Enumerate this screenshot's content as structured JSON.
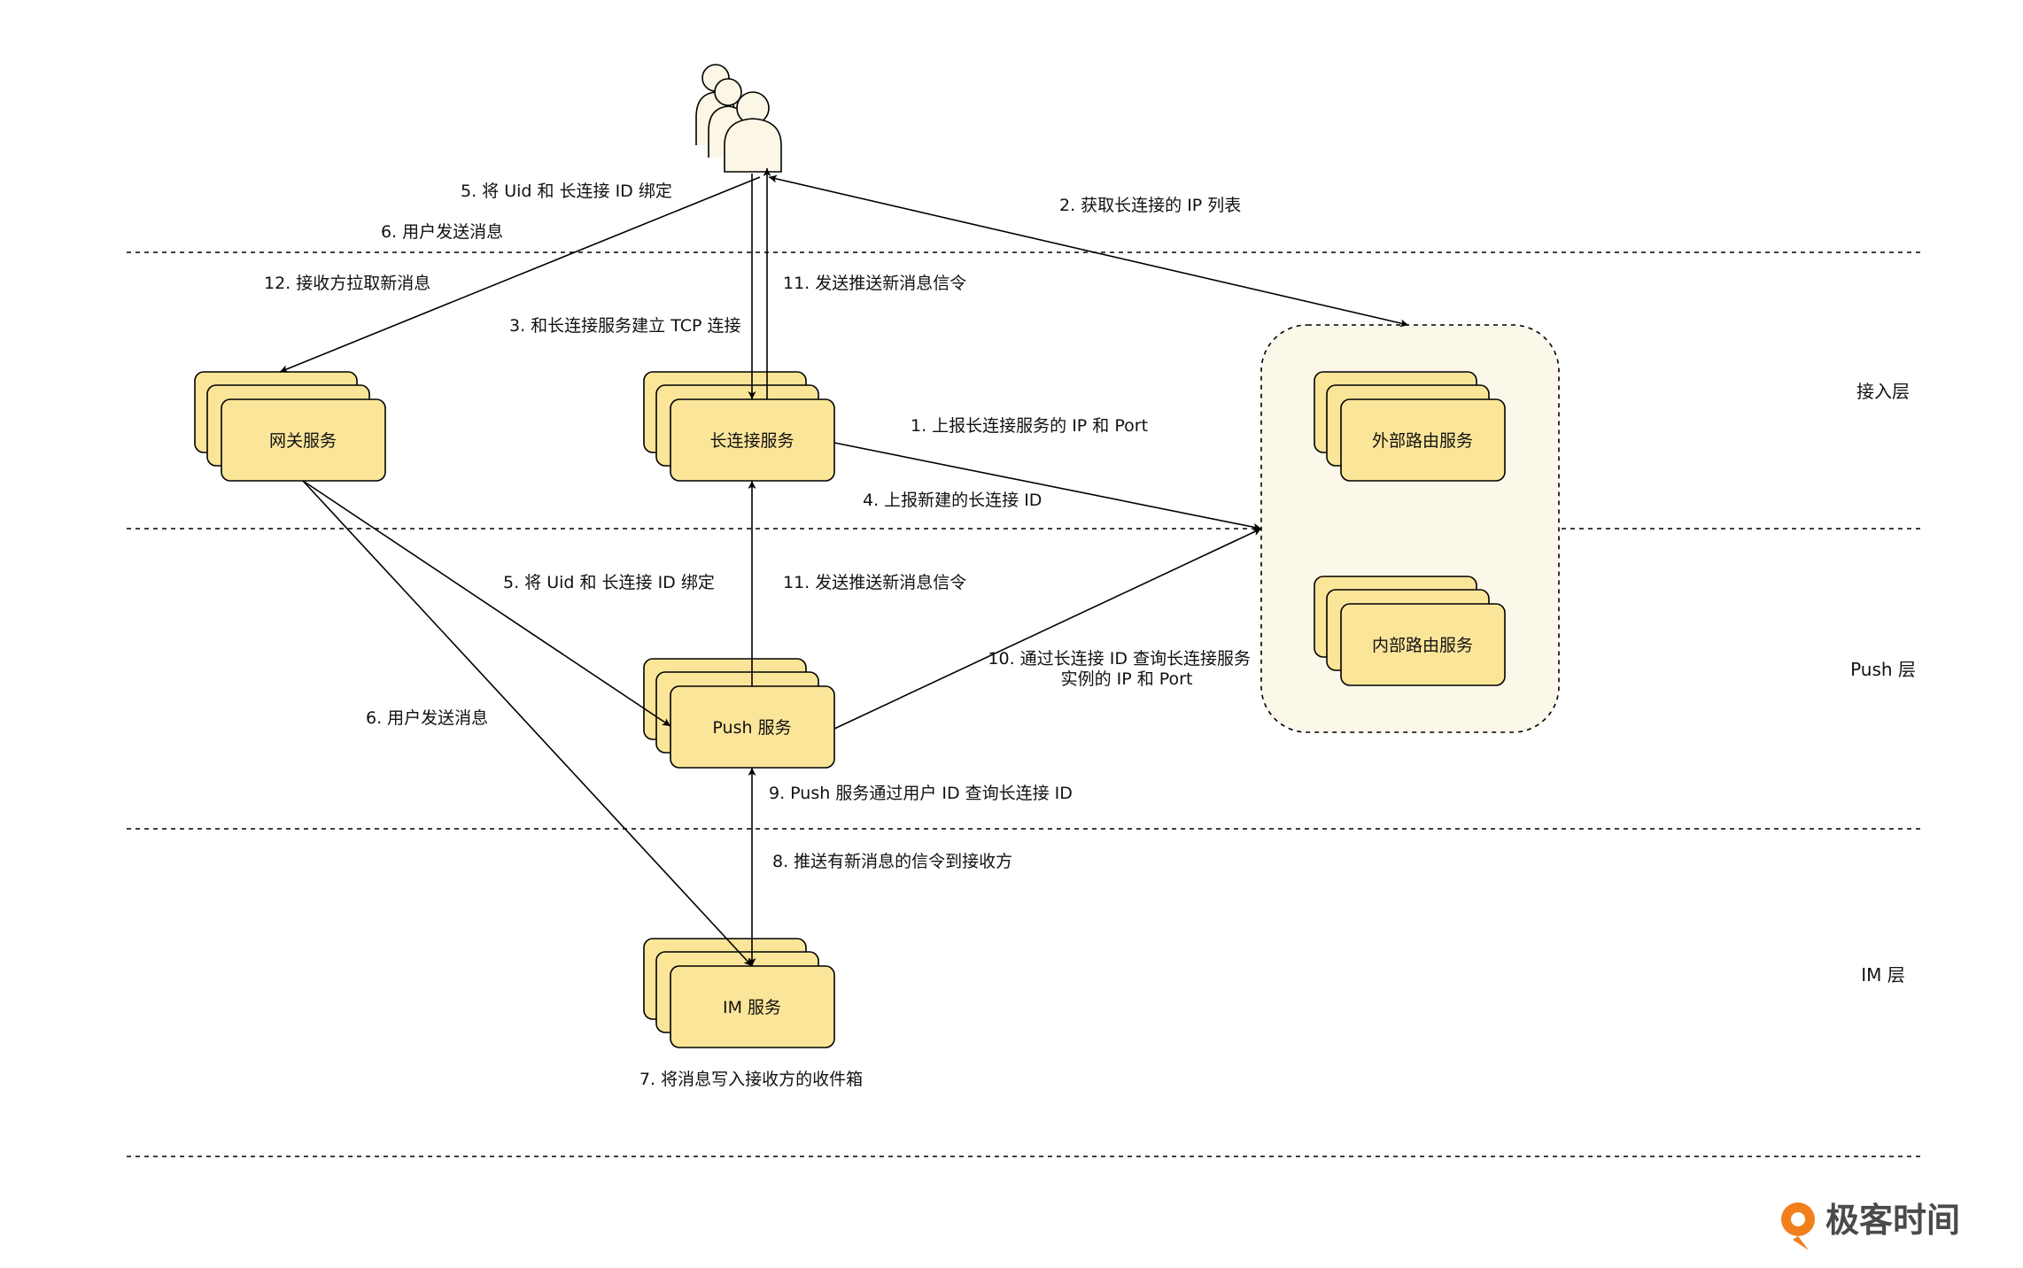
{
  "colors": {
    "box_fill": "#fbe599",
    "group_fill": "#fbf8ea",
    "stroke": "#000000",
    "brand_accent": "#f07f1c"
  },
  "layers": {
    "access": "接入层",
    "push": "Push 层",
    "im": "IM 层"
  },
  "services": {
    "gateway": "网关服务",
    "longconn": "长连接服务",
    "push": "Push 服务",
    "im": "IM 服务",
    "external_router": "外部路由服务",
    "internal_router": "内部路由服务"
  },
  "actor": {
    "icon": "users-icon"
  },
  "edge_labels": {
    "bind_uid_top": "5. 将 Uid 和 长连接 ID 绑定",
    "user_send_top": "6. 用户发送消息",
    "receiver_pull": "12. 接收方拉取新消息",
    "get_ip_list": "2. 获取长连接的 IP 列表",
    "send_signal_top": "11. 发送推送新消息信令",
    "establish_tcp": "3. 和长连接服务建立 TCP 连接",
    "report_ip_port": "1. 上报长连接服务的 IP 和 Port",
    "report_new_conn": "4. 上报新建的长连接 ID",
    "bind_uid_mid": "5. 将 Uid 和 长连接 ID 绑定",
    "send_signal_mid": "11. 发送推送新消息信令",
    "query_instance_line1": "10. 通过长连接 ID 查询长连接服务",
    "query_instance_line2": "实例的 IP 和 Port",
    "user_send_mid": "6. 用户发送消息",
    "push_query": "9. Push 服务通过用户 ID 查询长连接 ID",
    "push_signal": "8. 推送有新消息的信令到接收方",
    "write_inbox": "7. 将消息写入接收方的收件箱"
  },
  "brand": {
    "name": "极客时间",
    "icon": "geektime-logo-icon"
  }
}
